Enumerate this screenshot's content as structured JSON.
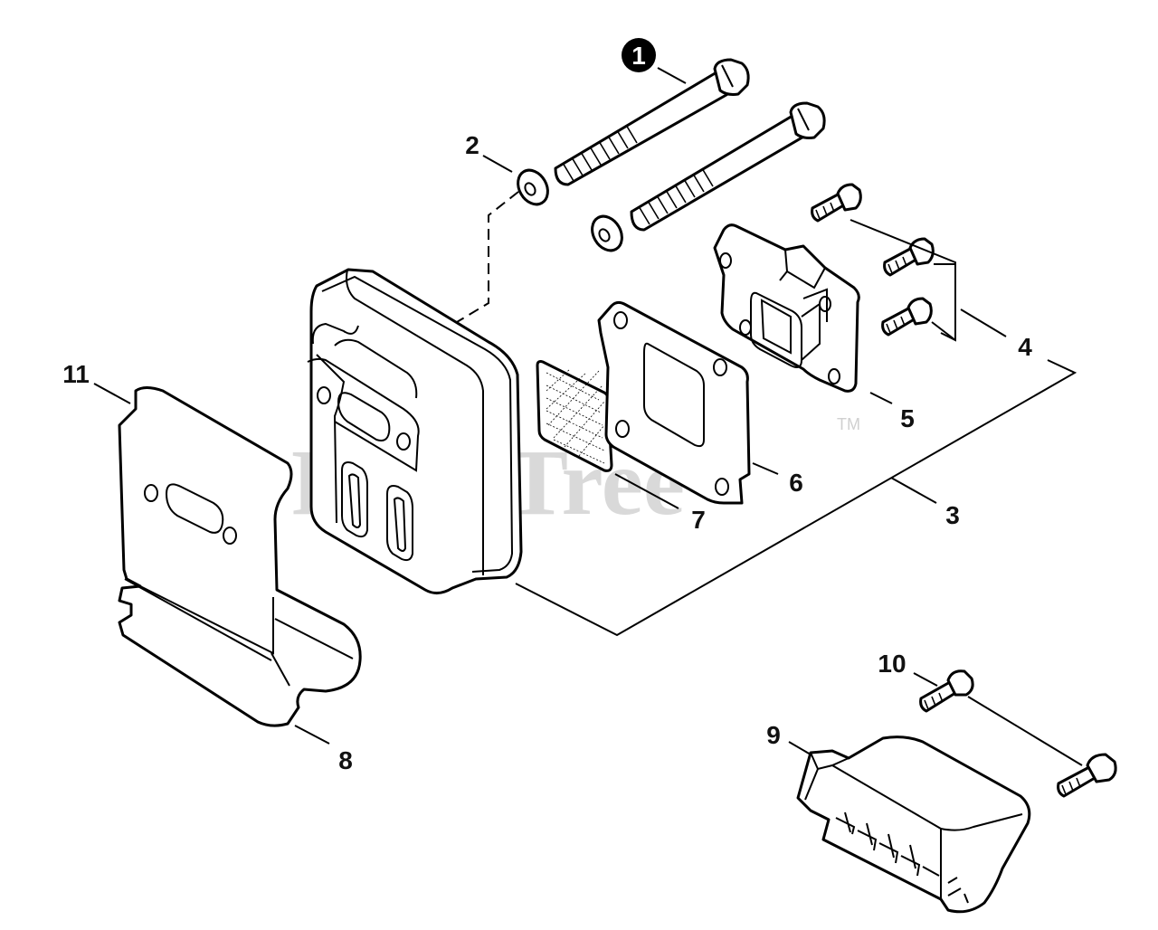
{
  "watermark": {
    "text": "PartsTree",
    "tm": "TM"
  },
  "callouts": [
    {
      "id": "1",
      "label": "1",
      "filled": true
    },
    {
      "id": "2",
      "label": "2"
    },
    {
      "id": "3",
      "label": "3"
    },
    {
      "id": "4",
      "label": "4"
    },
    {
      "id": "5",
      "label": "5"
    },
    {
      "id": "6",
      "label": "6"
    },
    {
      "id": "7",
      "label": "7"
    },
    {
      "id": "8",
      "label": "8"
    },
    {
      "id": "9",
      "label": "9"
    },
    {
      "id": "10",
      "label": "10"
    },
    {
      "id": "11",
      "label": "11"
    }
  ]
}
